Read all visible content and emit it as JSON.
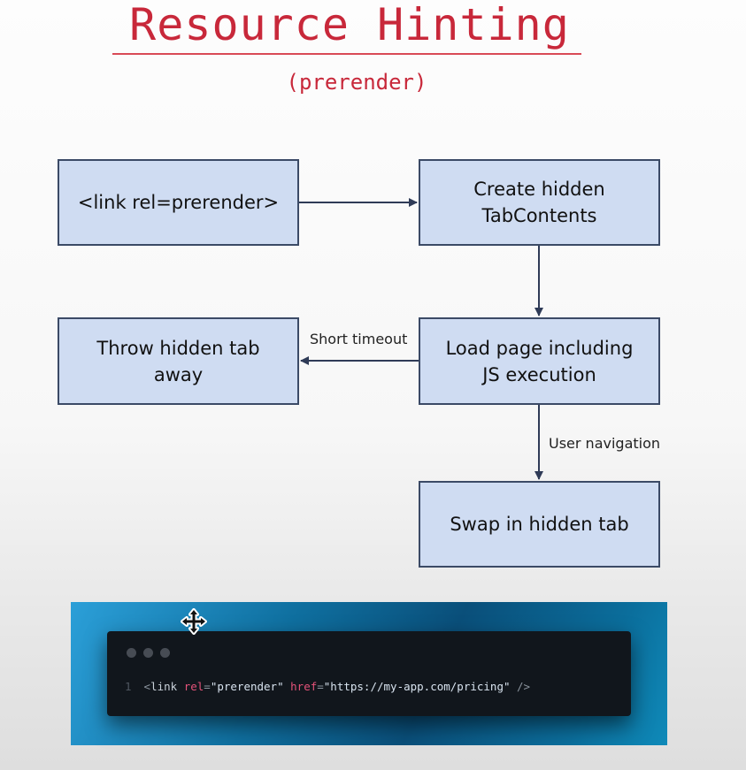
{
  "header": {
    "title": "Resource Hinting",
    "subtitle": "(prerender)"
  },
  "diagram": {
    "nodes": [
      {
        "id": "link",
        "label": "<link rel=prerender>"
      },
      {
        "id": "create",
        "label": "Create hidden\nTabContents"
      },
      {
        "id": "throw",
        "label": "Throw hidden tab\naway"
      },
      {
        "id": "load",
        "label": "Load page including\nJS execution"
      },
      {
        "id": "swap",
        "label": "Swap in hidden tab"
      }
    ],
    "edges": [
      {
        "from": "link",
        "to": "create",
        "label": ""
      },
      {
        "from": "create",
        "to": "load",
        "label": ""
      },
      {
        "from": "load",
        "to": "throw",
        "label": "Short timeout"
      },
      {
        "from": "load",
        "to": "swap",
        "label": "User navigation"
      }
    ],
    "colors": {
      "node_fill": "#cfdcf2",
      "node_border": "#3b4a66",
      "edge": "#2f3b57"
    }
  },
  "code_snippet": {
    "line_number": "1",
    "open": "<",
    "tag": "link",
    "attr1": "rel",
    "eq1": "=",
    "val1": "\"prerender\"",
    "attr2": "href",
    "eq2": "=",
    "val2": "\"https://my-app.com/pricing\"",
    "close": "/>"
  },
  "icons": {
    "cursor": "move-icon",
    "window_controls": "window-dots-icon"
  },
  "colors": {
    "title": "#c8283a",
    "banner": "#0b5f8f",
    "code_bg": "#11161c"
  }
}
